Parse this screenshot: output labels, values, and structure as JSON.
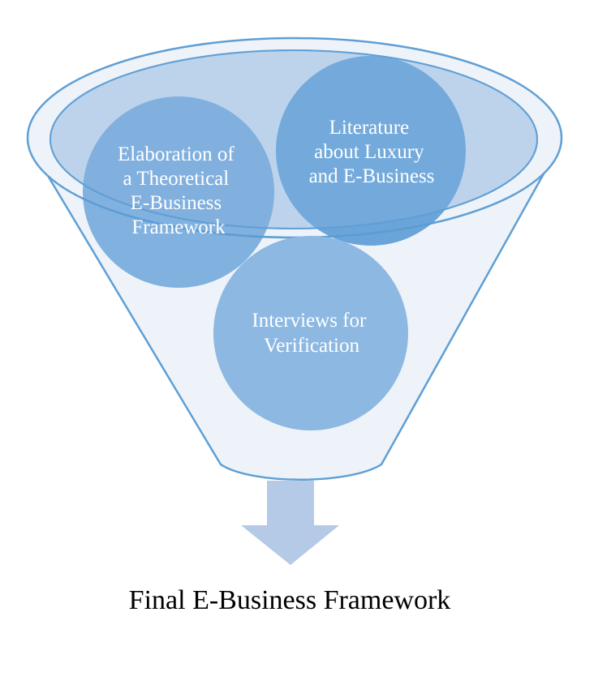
{
  "circles": [
    {
      "lines": [
        "Elaboration of",
        "a Theoretical",
        "E-Business",
        "Framework"
      ]
    },
    {
      "lines": [
        "Literature",
        "about Luxury",
        "and E-Business"
      ]
    },
    {
      "lines": [
        "Interviews for",
        "Verification"
      ]
    }
  ],
  "output_label": "Final E-Business Framework",
  "colors": {
    "funnel_fill": "#eef3f9",
    "funnel_stroke": "#5f9fd4",
    "rim_fill": "#bed4ec",
    "circle_dark": "#5b9bd5",
    "circle_light": "#8db8e2",
    "arrow": "#b4cae6",
    "text_light": "#ffffff",
    "text_dark": "#000000"
  }
}
